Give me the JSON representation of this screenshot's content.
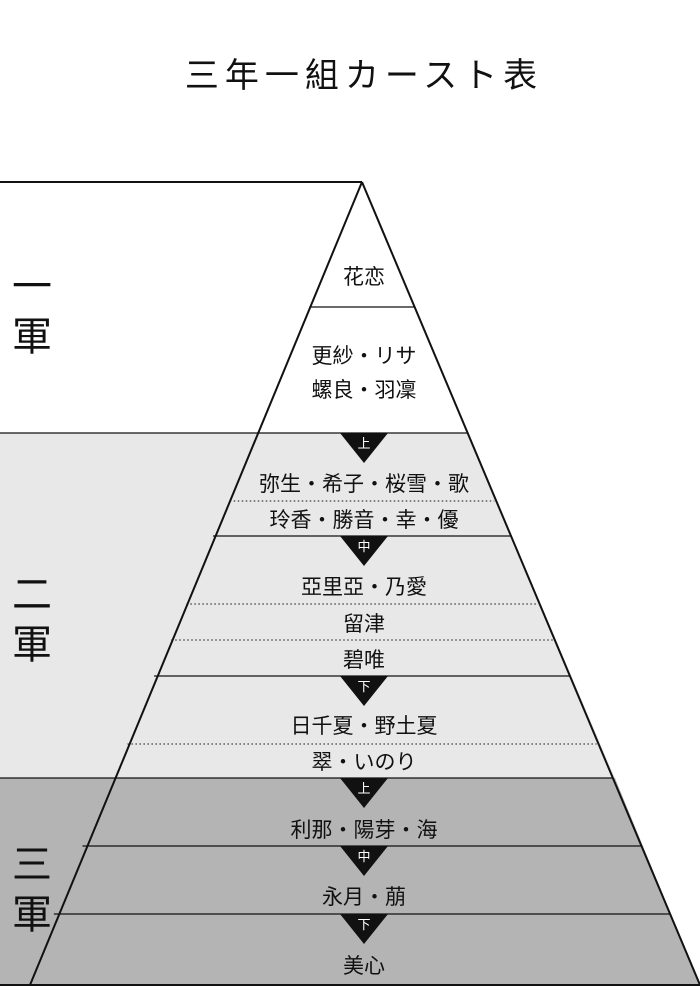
{
  "title": "三年一組カースト表",
  "tiers": [
    {
      "label_line1": "一",
      "label_line2": "軍"
    },
    {
      "label_line1": "二",
      "label_line2": "軍"
    },
    {
      "label_line1": "三",
      "label_line2": "軍"
    }
  ],
  "rows": [
    {
      "text": "花恋"
    },
    {
      "text": "更紗・リサ"
    },
    {
      "text": "螺良・羽凜"
    },
    {
      "text": "弥生・希子・桜雪・歌"
    },
    {
      "text": "玲香・勝音・幸・優"
    },
    {
      "text": "亞里亞・乃愛"
    },
    {
      "text": "留津"
    },
    {
      "text": "碧唯"
    },
    {
      "text": "日千夏・野土夏"
    },
    {
      "text": "翠・いのり"
    },
    {
      "text": "利那・陽芽・海"
    },
    {
      "text": "永月・萠"
    },
    {
      "text": "美心"
    }
  ],
  "markers": [
    {
      "text": "上"
    },
    {
      "text": "中"
    },
    {
      "text": "下"
    },
    {
      "text": "上"
    },
    {
      "text": "中"
    },
    {
      "text": "下"
    }
  ],
  "colors": {
    "tier1_bg": "#ffffff",
    "tier2_bg": "#e8e8e8",
    "tier3_bg": "#b4b4b4",
    "line": "#111111",
    "marker_bg": "#111111"
  }
}
